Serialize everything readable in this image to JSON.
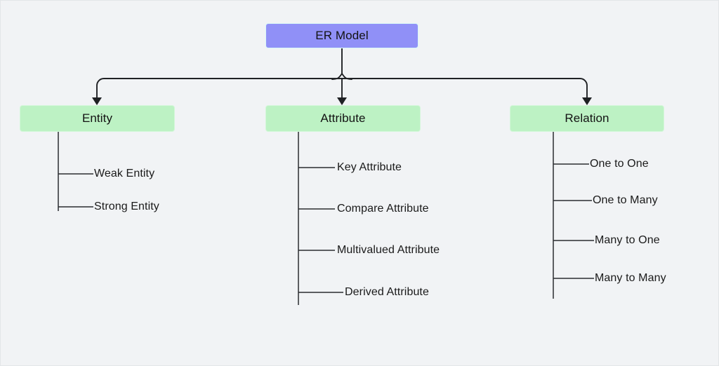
{
  "diagram": {
    "title": "ER Model",
    "type": "tree-diagram",
    "colors": {
      "background": "#f1f3f5",
      "root_fill": "#9090f7",
      "level1_fill": "#bdf2c4",
      "edge_stroke": "#1f2124",
      "text": "#131313"
    },
    "root": {
      "label": "ER Model"
    },
    "branches": [
      {
        "label": "Entity",
        "children": [
          {
            "label": "Weak Entity"
          },
          {
            "label": "Strong Entity"
          }
        ]
      },
      {
        "label": "Attribute",
        "children": [
          {
            "label": "Key Attribute"
          },
          {
            "label": "Compare Attribute"
          },
          {
            "label": "Multivalued Attribute"
          },
          {
            "label": "Derived Attribute"
          }
        ]
      },
      {
        "label": "Relation",
        "children": [
          {
            "label": "One to One"
          },
          {
            "label": "One to Many"
          },
          {
            "label": "Many to One"
          },
          {
            "label": "Many to Many"
          }
        ]
      }
    ]
  }
}
